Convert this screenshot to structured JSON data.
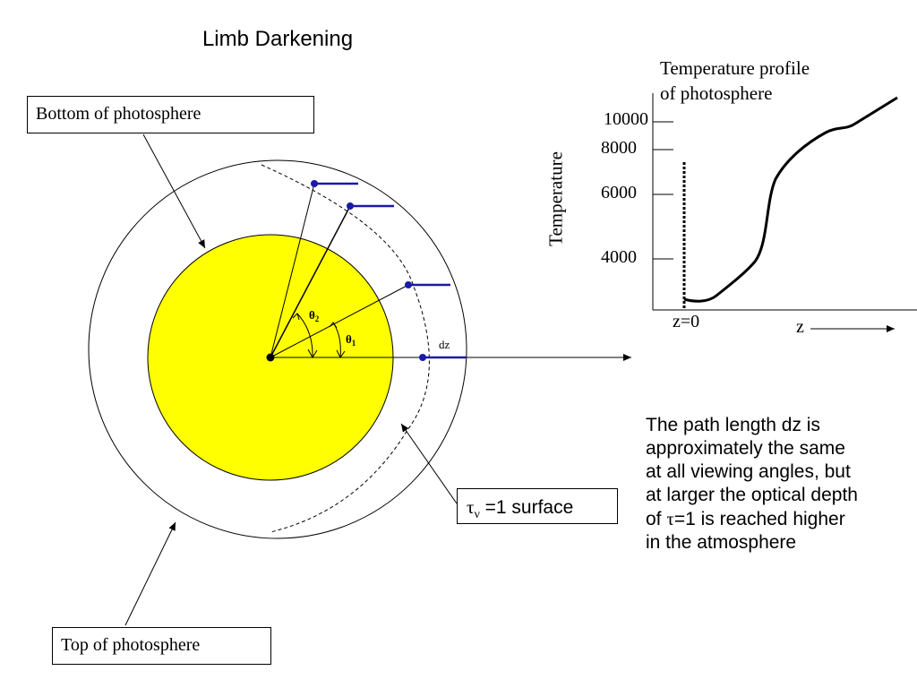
{
  "title": "Limb Darkening",
  "labels": {
    "bottom_of_photosphere": "Bottom of photosphere",
    "top_of_photosphere": "Top of photosphere",
    "tau_symbol": "τ",
    "tau_sub": "ν",
    "tau_rest": " =1 surface",
    "theta1": "θ",
    "theta1_sub": "1",
    "theta2": "θ",
    "theta2_sub": "2",
    "dz": "dz"
  },
  "profile": {
    "title_line1": "Temperature profile",
    "title_line2": "of photosphere",
    "ylabel": "Temperature",
    "ticks": [
      "10000",
      "8000",
      "6000",
      "4000"
    ],
    "z0": "z=0",
    "z": "z"
  },
  "paragraph": {
    "line1": "The path length dz is",
    "line2": "approximately the same",
    "line3": "at all viewing angles, but",
    "line4": "at larger the optical depth",
    "line5_pre": "of ",
    "line5_tau": "τ",
    "line5_post": "=1 is reached higher",
    "line6": "in the atmosphere"
  },
  "colors": {
    "core": "#ffff00",
    "ray_marker": "#1a1aa8",
    "outline": "#000000"
  }
}
